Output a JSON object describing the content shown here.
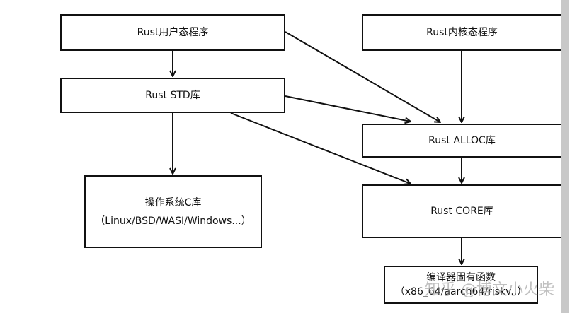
{
  "nodes": {
    "rust_user": {
      "label": "Rust用户态程序"
    },
    "rust_kernel": {
      "label": "Rust内核态程序"
    },
    "rust_std": {
      "label": "Rust STD库"
    },
    "rust_alloc": {
      "label": "Rust ALLOC库"
    },
    "os_clib": {
      "line1": "操作系统C库",
      "line2": "（Linux/BSD/WASI/Windows...）"
    },
    "rust_core": {
      "label": "Rust CORE库"
    },
    "compiler_intrinsics": {
      "line1": "编译器固有函数",
      "line2": "（x86_64/aarch64/riskv..）"
    }
  },
  "edges": [
    {
      "from": "rust_user",
      "to": "rust_std"
    },
    {
      "from": "rust_user",
      "to": "rust_alloc"
    },
    {
      "from": "rust_kernel",
      "to": "rust_alloc"
    },
    {
      "from": "rust_std",
      "to": "rust_alloc"
    },
    {
      "from": "rust_std",
      "to": "os_clib"
    },
    {
      "from": "rust_std",
      "to": "rust_core"
    },
    {
      "from": "rust_alloc",
      "to": "rust_core"
    },
    {
      "from": "rust_core",
      "to": "compiler_intrinsics"
    }
  ],
  "watermark": {
    "text": "知乎 @博文小火柴"
  },
  "colors": {
    "stroke": "#111111",
    "background": "#ffffff",
    "scrollbar": "#c8c8c8"
  }
}
